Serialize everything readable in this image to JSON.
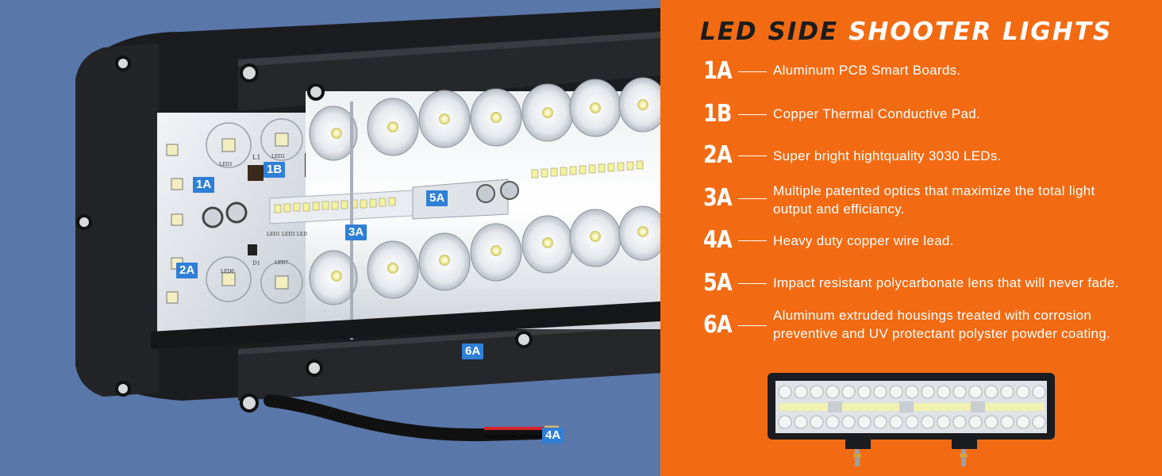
{
  "title": {
    "part1": "LED SIDE",
    "part2": "SHOOTER LIGHTS"
  },
  "features": [
    {
      "code": "1A",
      "text": "Aluminum PCB Smart Boards."
    },
    {
      "code": "1B",
      "text": "Copper Thermal Conductive Pad."
    },
    {
      "code": "2A",
      "text": "Super bright hightquality 3030 LEDs."
    },
    {
      "code": "3A",
      "line1": "Multiple patented optics that maximize the total light",
      "line2": "output and efficiancy."
    },
    {
      "code": "4A",
      "text": "Heavy duty copper wire lead."
    },
    {
      "code": "5A",
      "text": "Impact resistant polycarbonate lens that will never fade."
    },
    {
      "code": "6A",
      "line1": "Aluminum extruded housings treated with corrosion",
      "line2": "preventive and UV protectant polyster powder coating."
    }
  ],
  "tags": {
    "t1a": "1A",
    "t1b": "1B",
    "t2a": "2A",
    "t3a": "3A",
    "t4a": "4A",
    "t5a": "5A",
    "t6a": "6A"
  },
  "pcb_labels": {
    "l1": "L1",
    "led1": "LED1",
    "led2": "LED2",
    "led6": "LED6",
    "led7": "LED7",
    "d1": "D1",
    "led_row": "LED1 LED2 LED"
  },
  "colors": {
    "accent_orange": "#f26b13",
    "background_blue": "#5a77aa",
    "tag_blue": "#2f7fd7",
    "housing_black": "#1b1c1f"
  }
}
